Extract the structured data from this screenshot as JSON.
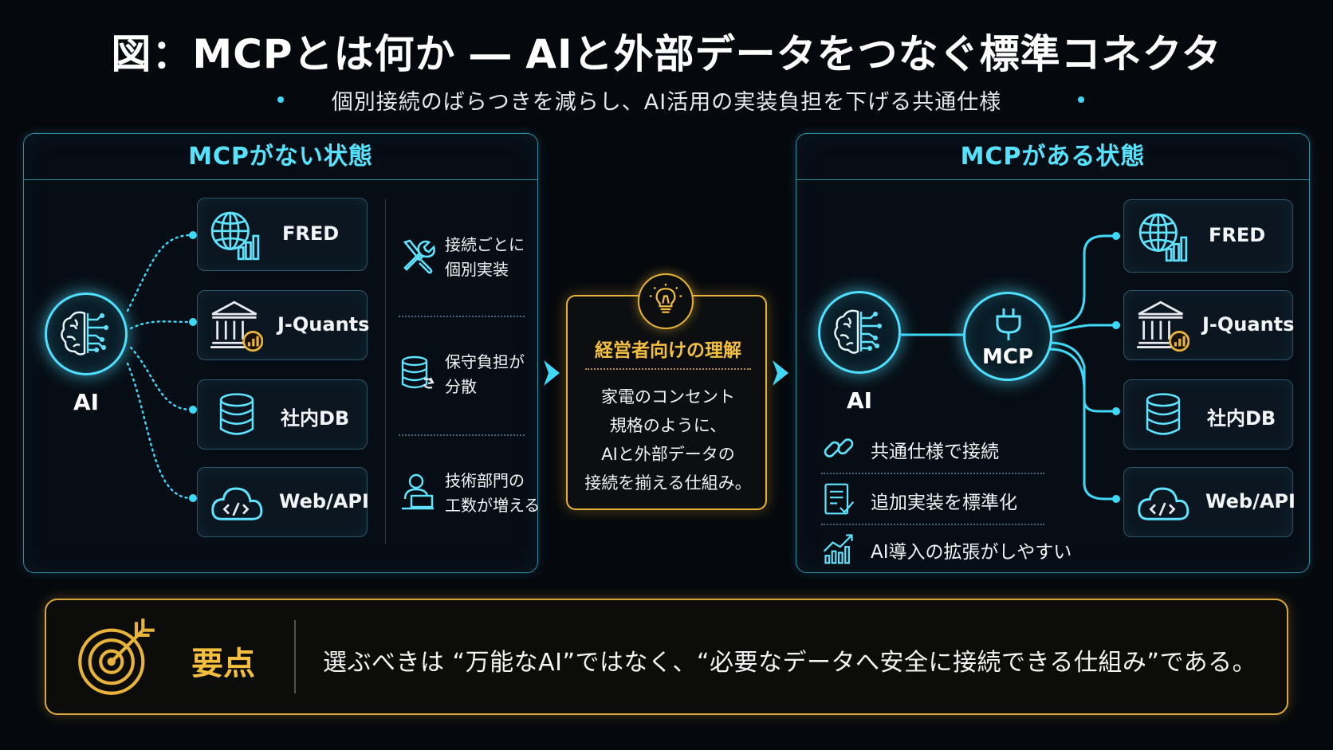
{
  "title": "図：MCPとは何か ― AIと外部データをつなぐ標準コネクタ",
  "subtitle": "個別接続のばらつきを減らし、AI活用の実装負担を下げる共通仕様",
  "colors": {
    "cyan": "#4fe0ff",
    "gold": "#e8b33a",
    "background": "#05080d"
  },
  "without_mcp": {
    "header": "MCPがない状態",
    "ai_label": "AI",
    "sources": [
      {
        "label": "FRED",
        "icon": "globe-chart-icon"
      },
      {
        "label": "J-Quants",
        "icon": "bank-icon"
      },
      {
        "label": "社内DB",
        "icon": "database-icon"
      },
      {
        "label": "Web/API",
        "icon": "cloud-code-icon"
      }
    ],
    "issues": [
      {
        "lines": [
          "接続ごとに",
          "個別実装"
        ],
        "icon": "tools-icon"
      },
      {
        "lines": [
          "保守負担が",
          "分散"
        ],
        "icon": "database-sync-icon"
      },
      {
        "lines": [
          "技術部門の",
          "工数が増える"
        ],
        "icon": "engineer-laptop-icon"
      }
    ]
  },
  "center": {
    "title": "経営者向けの理解",
    "body": [
      "家電のコンセント",
      "規格のように、",
      "AIと外部データの",
      "接続を揃える仕組み。"
    ],
    "icon": "lightbulb-icon"
  },
  "with_mcp": {
    "header": "MCPがある状態",
    "ai_label": "AI",
    "mcp_label": "MCP",
    "sources": [
      {
        "label": "FRED",
        "icon": "globe-chart-icon"
      },
      {
        "label": "J-Quants",
        "icon": "bank-icon"
      },
      {
        "label": "社内DB",
        "icon": "database-icon"
      },
      {
        "label": "Web/API",
        "icon": "cloud-code-icon"
      }
    ],
    "benefits": [
      {
        "label": "共通仕様で接続",
        "icon": "link-icon"
      },
      {
        "label": "追加実装を標準化",
        "icon": "checklist-icon"
      },
      {
        "label": "AI導入の拡張がしやすい",
        "icon": "growth-chart-icon"
      }
    ]
  },
  "keypoint": {
    "label": "要点",
    "text": "選ぶべきは “万能なAI”ではなく、“必要なデータへ安全に接続できる仕組み”である。",
    "icon": "target-arrow-icon"
  }
}
